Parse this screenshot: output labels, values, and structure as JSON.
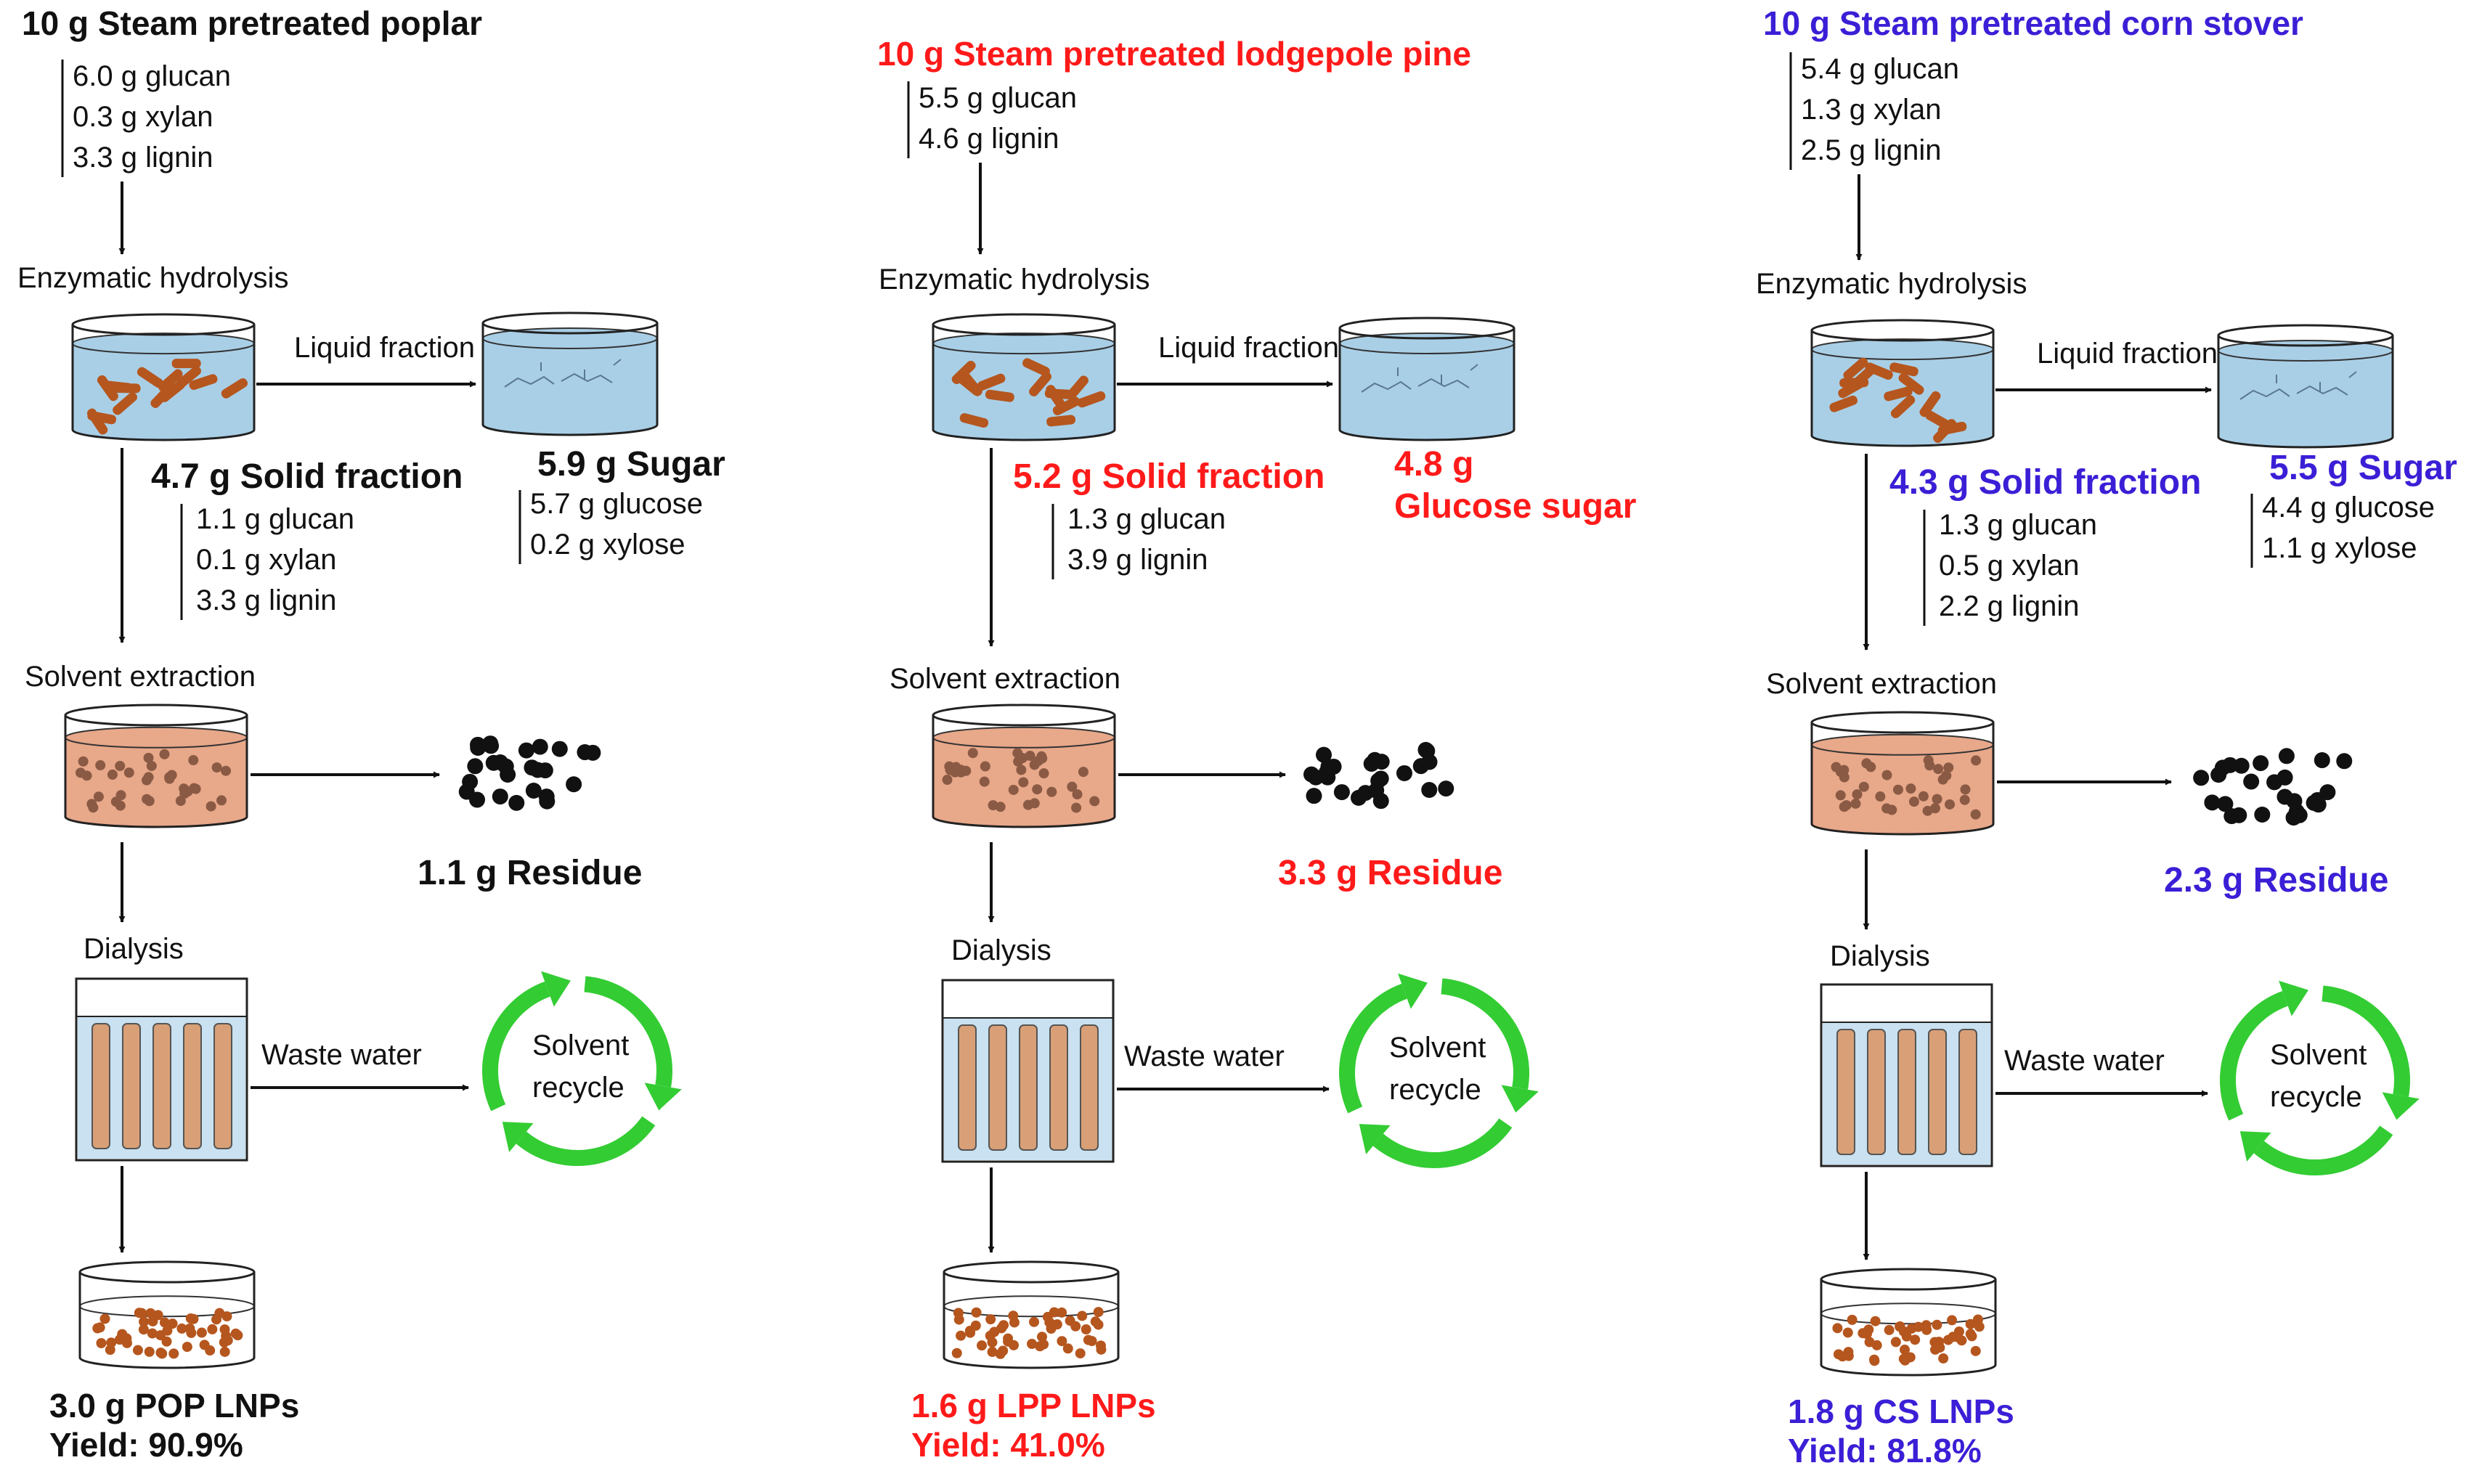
{
  "colors": {
    "poplar": "#111111",
    "pine": "#ff1a1a",
    "corn": "#3a1fd6",
    "beaker_liquid": "#a9cfe6",
    "chips": "#b5561e",
    "slurry": "#e8a88a",
    "particles": "#b5561e",
    "dialysis_tube": "#d9a077",
    "recycle": "#33cc33",
    "residue": "#111111"
  },
  "steps": {
    "enzymatic": "Enzymatic hydrolysis",
    "liquid": "Liquid fraction",
    "solvent": "Solvent extraction",
    "dialysis": "Dialysis",
    "waste": "Waste water",
    "recycle_line1": "Solvent",
    "recycle_line2": "recycle"
  },
  "icons": [
    "enzymatic-hydrolysis-beaker-icon",
    "sugar-solution-beaker-icon",
    "solvent-extraction-beaker-icon",
    "residue-particles-icon",
    "dialysis-tank-icon",
    "solvent-recycle-arrows-icon",
    "lnp-dish-icon"
  ],
  "columns": [
    {
      "id": "poplar",
      "title": "10 g Steam pretreated poplar",
      "feed": [
        "6.0 g glucan",
        "0.3 g xylan",
        "3.3 g lignin"
      ],
      "solid_title": "4.7 g Solid fraction",
      "solid": [
        "1.1 g glucan",
        "0.1 g xylan",
        "3.3 g lignin"
      ],
      "sugar_line1": "5.9 g Sugar",
      "sugar_line2": "",
      "sugar": [
        "5.7 g glucose",
        "0.2 g xylose"
      ],
      "residue": "1.1 g Residue",
      "lnp": "3.0 g POP LNPs",
      "yield": "Yield: 90.9%"
    },
    {
      "id": "pine",
      "title": "10 g Steam pretreated lodgepole pine",
      "feed": [
        "5.5 g glucan",
        "4.6 g lignin"
      ],
      "solid_title": "5.2 g Solid fraction",
      "solid": [
        "1.3 g glucan",
        "3.9 g lignin"
      ],
      "sugar_line1": "4.8 g",
      "sugar_line2": "Glucose sugar",
      "sugar": [],
      "residue": "3.3 g Residue",
      "lnp": "1.6 g LPP LNPs",
      "yield": "Yield: 41.0%"
    },
    {
      "id": "corn",
      "title": "10 g Steam pretreated corn stover",
      "feed": [
        "5.4 g glucan",
        "1.3 g xylan",
        "2.5 g lignin"
      ],
      "solid_title": "4.3 g Solid fraction",
      "solid": [
        "1.3 g glucan",
        "0.5 g xylan",
        "2.2 g lignin"
      ],
      "sugar_line1": "5.5 g Sugar",
      "sugar_line2": "",
      "sugar": [
        "4.4 g glucose",
        "1.1 g xylose"
      ],
      "residue": "2.3 g Residue",
      "lnp": "1.8 g CS LNPs",
      "yield": "Yield: 81.8%"
    }
  ]
}
